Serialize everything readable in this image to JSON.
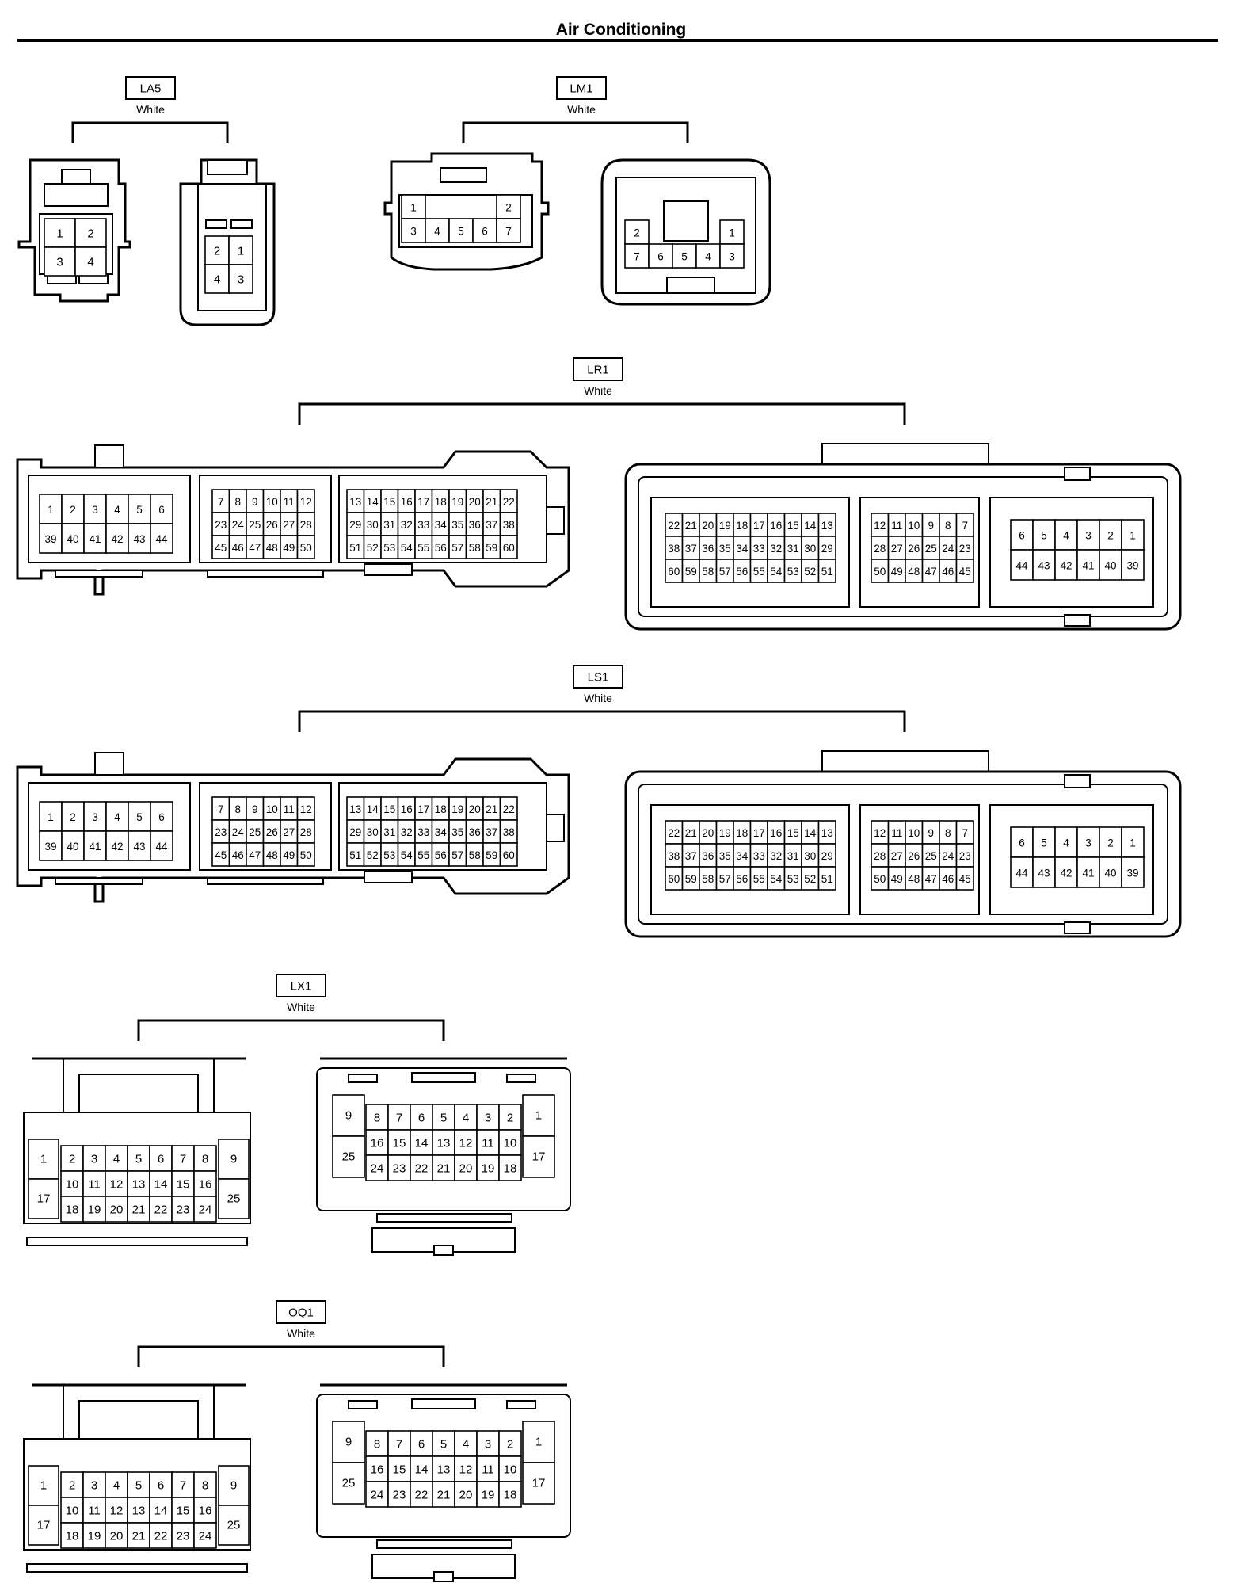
{
  "page": {
    "title": "Air Conditioning"
  },
  "connectors": [
    {
      "id": "la5",
      "code": "LA5",
      "color": "White",
      "left": {
        "rows": [
          [
            "1",
            "2"
          ],
          [
            "3",
            "4"
          ]
        ]
      },
      "right": {
        "rows": [
          [
            "2",
            "1"
          ],
          [
            "4",
            "3"
          ]
        ]
      }
    },
    {
      "id": "lm1",
      "code": "LM1",
      "color": "White",
      "left": {
        "rows": [
          [
            "1",
            "",
            "",
            "",
            "2"
          ],
          [
            "3",
            "4",
            "5",
            "6",
            "7"
          ]
        ]
      },
      "right": {
        "rows": [
          [
            "2",
            "",
            "",
            "",
            "1"
          ],
          [
            "7",
            "6",
            "5",
            "4",
            "3"
          ]
        ]
      }
    },
    {
      "id": "lr1",
      "code": "LR1",
      "color": "White",
      "left": {
        "blocks": [
          [
            [
              "1",
              "2",
              "3",
              "4",
              "5",
              "6"
            ],
            [
              "39",
              "40",
              "41",
              "42",
              "43",
              "44"
            ]
          ],
          [
            [
              "7",
              "8",
              "9",
              "10",
              "11",
              "12"
            ],
            [
              "23",
              "24",
              "25",
              "26",
              "27",
              "28"
            ],
            [
              "45",
              "46",
              "47",
              "48",
              "49",
              "50"
            ]
          ],
          [
            [
              "13",
              "14",
              "15",
              "16",
              "17",
              "18",
              "19",
              "20",
              "21",
              "22"
            ],
            [
              "29",
              "30",
              "31",
              "32",
              "33",
              "34",
              "35",
              "36",
              "37",
              "38"
            ],
            [
              "51",
              "52",
              "53",
              "54",
              "55",
              "56",
              "57",
              "58",
              "59",
              "60"
            ]
          ]
        ]
      },
      "right": {
        "blocks": [
          [
            [
              "22",
              "21",
              "20",
              "19",
              "18",
              "17",
              "16",
              "15",
              "14",
              "13"
            ],
            [
              "38",
              "37",
              "36",
              "35",
              "34",
              "33",
              "32",
              "31",
              "30",
              "29"
            ],
            [
              "60",
              "59",
              "58",
              "57",
              "56",
              "55",
              "54",
              "53",
              "52",
              "51"
            ]
          ],
          [
            [
              "12",
              "11",
              "10",
              "9",
              "8",
              "7"
            ],
            [
              "28",
              "27",
              "26",
              "25",
              "24",
              "23"
            ],
            [
              "50",
              "49",
              "48",
              "47",
              "46",
              "45"
            ]
          ],
          [
            [
              "6",
              "5",
              "4",
              "3",
              "2",
              "1"
            ],
            [
              "44",
              "43",
              "42",
              "41",
              "40",
              "39"
            ]
          ]
        ]
      }
    },
    {
      "id": "ls1",
      "code": "LS1",
      "color": "White",
      "left": {
        "blocks": [
          [
            [
              "1",
              "2",
              "3",
              "4",
              "5",
              "6"
            ],
            [
              "39",
              "40",
              "41",
              "42",
              "43",
              "44"
            ]
          ],
          [
            [
              "7",
              "8",
              "9",
              "10",
              "11",
              "12"
            ],
            [
              "23",
              "24",
              "25",
              "26",
              "27",
              "28"
            ],
            [
              "45",
              "46",
              "47",
              "48",
              "49",
              "50"
            ]
          ],
          [
            [
              "13",
              "14",
              "15",
              "16",
              "17",
              "18",
              "19",
              "20",
              "21",
              "22"
            ],
            [
              "29",
              "30",
              "31",
              "32",
              "33",
              "34",
              "35",
              "36",
              "37",
              "38"
            ],
            [
              "51",
              "52",
              "53",
              "54",
              "55",
              "56",
              "57",
              "58",
              "59",
              "60"
            ]
          ]
        ]
      },
      "right": {
        "blocks": [
          [
            [
              "22",
              "21",
              "20",
              "19",
              "18",
              "17",
              "16",
              "15",
              "14",
              "13"
            ],
            [
              "38",
              "37",
              "36",
              "35",
              "34",
              "33",
              "32",
              "31",
              "30",
              "29"
            ],
            [
              "60",
              "59",
              "58",
              "57",
              "56",
              "55",
              "54",
              "53",
              "52",
              "51"
            ]
          ],
          [
            [
              "12",
              "11",
              "10",
              "9",
              "8",
              "7"
            ],
            [
              "28",
              "27",
              "26",
              "25",
              "24",
              "23"
            ],
            [
              "50",
              "49",
              "48",
              "47",
              "46",
              "45"
            ]
          ],
          [
            [
              "6",
              "5",
              "4",
              "3",
              "2",
              "1"
            ],
            [
              "44",
              "43",
              "42",
              "41",
              "40",
              "39"
            ]
          ]
        ]
      }
    },
    {
      "id": "lx1",
      "code": "LX1",
      "color": "White",
      "left": {
        "side_left": [
          "1",
          "17"
        ],
        "center": [
          [
            "2",
            "3",
            "4",
            "5",
            "6",
            "7",
            "8"
          ],
          [
            "10",
            "11",
            "12",
            "13",
            "14",
            "15",
            "16"
          ],
          [
            "18",
            "19",
            "20",
            "21",
            "22",
            "23",
            "24"
          ]
        ],
        "side_right": [
          "9",
          "25"
        ]
      },
      "right": {
        "side_left": [
          "9",
          "25"
        ],
        "center": [
          [
            "8",
            "7",
            "6",
            "5",
            "4",
            "3",
            "2"
          ],
          [
            "16",
            "15",
            "14",
            "13",
            "12",
            "11",
            "10"
          ],
          [
            "24",
            "23",
            "22",
            "21",
            "20",
            "19",
            "18"
          ]
        ],
        "side_right": [
          "1",
          "17"
        ]
      }
    },
    {
      "id": "oq1",
      "code": "OQ1",
      "color": "White",
      "left": {
        "side_left": [
          "1",
          "17"
        ],
        "center": [
          [
            "2",
            "3",
            "4",
            "5",
            "6",
            "7",
            "8"
          ],
          [
            "10",
            "11",
            "12",
            "13",
            "14",
            "15",
            "16"
          ],
          [
            "18",
            "19",
            "20",
            "21",
            "22",
            "23",
            "24"
          ]
        ],
        "side_right": [
          "9",
          "25"
        ]
      },
      "right": {
        "side_left": [
          "9",
          "25"
        ],
        "center": [
          [
            "8",
            "7",
            "6",
            "5",
            "4",
            "3",
            "2"
          ],
          [
            "16",
            "15",
            "14",
            "13",
            "12",
            "11",
            "10"
          ],
          [
            "24",
            "23",
            "22",
            "21",
            "20",
            "19",
            "18"
          ]
        ],
        "side_right": [
          "1",
          "17"
        ]
      }
    }
  ]
}
